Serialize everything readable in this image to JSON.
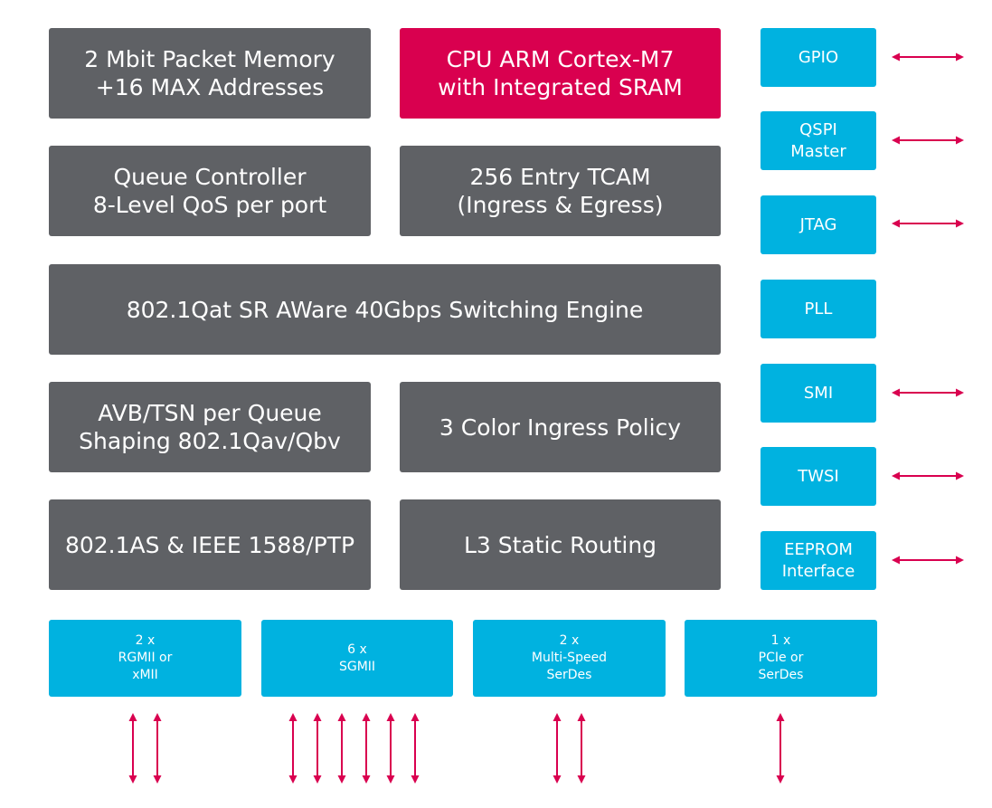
{
  "colors": {
    "block_gray": "#5f6165",
    "cpu_red": "#d9004f",
    "interface_cyan": "#00b2e0",
    "arrow": "#d9004f"
  },
  "core_blocks": {
    "packet_memory": {
      "line1": "2 Mbit Packet Memory",
      "line2": "+16 MAX Addresses"
    },
    "cpu": {
      "line1": "CPU ARM Cortex-M7",
      "line2": "with Integrated SRAM"
    },
    "queue_controller": {
      "line1": "Queue Controller",
      "line2": "8-Level QoS per port"
    },
    "tcam": {
      "line1": "256 Entry TCAM",
      "line2": "(Ingress & Egress)"
    },
    "switching_engine": {
      "line1": "802.1Qat SR AWare 40Gbps Switching Engine"
    },
    "avb_tsn": {
      "line1": "AVB/TSN per Queue",
      "line2": "Shaping 802.1Qav/Qbv"
    },
    "ingress_policy": {
      "line1": "3 Color Ingress Policy"
    },
    "ptp": {
      "line1": "802.1AS & IEEE 1588/PTP"
    },
    "l3_routing": {
      "line1": "L3 Static Routing"
    }
  },
  "side_interfaces": {
    "gpio": {
      "line1": "GPIO"
    },
    "qspi": {
      "line1": "QSPI",
      "line2": "Master"
    },
    "jtag": {
      "line1": "JTAG"
    },
    "pll": {
      "line1": "PLL"
    },
    "smi": {
      "line1": "SMI"
    },
    "twsi": {
      "line1": "TWSI"
    },
    "eeprom": {
      "line1": "EEPROM",
      "line2": "Interface"
    }
  },
  "ports": {
    "rgmii": {
      "line1": "2 x",
      "line2": "RGMII or",
      "line3": "xMII"
    },
    "sgmii": {
      "line1": "6 x",
      "line2": "SGMII"
    },
    "serdes": {
      "line1": "2 x",
      "line2": "Multi-Speed",
      "line3": "SerDes"
    },
    "pcie": {
      "line1": "1 x",
      "line2": "PCIe or",
      "line3": "SerDes"
    }
  }
}
